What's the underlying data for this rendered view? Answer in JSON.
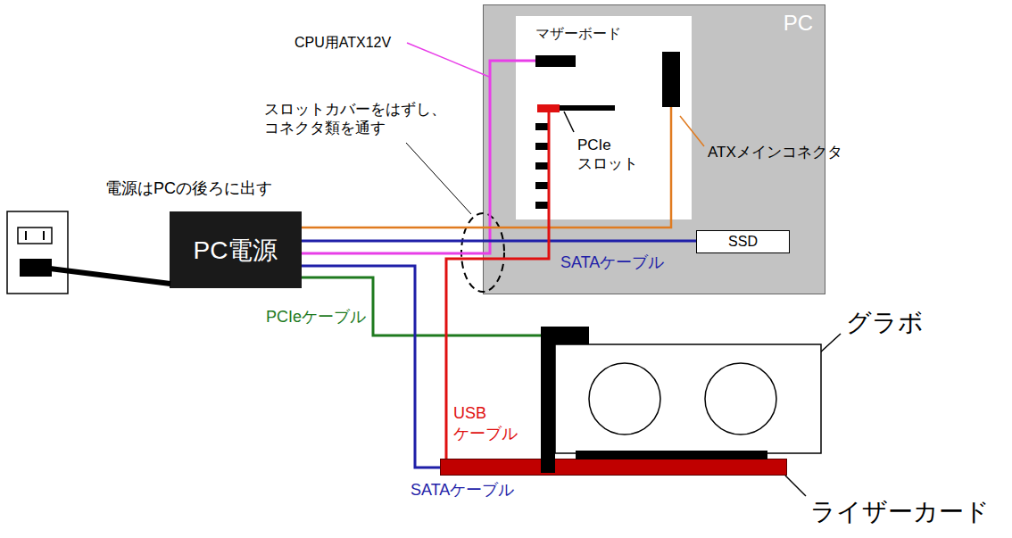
{
  "diagram": {
    "nodes": [
      {
        "text": [
          "PC電源"
        ]
      },
      {
        "text": [
          "PC"
        ]
      },
      {
        "text": [
          "マザーボード"
        ],
        "in": 1
      },
      {
        "text": [
          "SSD"
        ],
        "in": 1
      },
      {
        "text": [
          "グラボ"
        ]
      },
      {
        "text": [
          "ライザーカード"
        ]
      }
    ],
    "edges": [
      {
        "from": 0,
        "to": 2,
        "arrow": "none",
        "label": "CPU用ATX12V"
      },
      {
        "from": 0,
        "to": 2,
        "arrow": "none",
        "label": "ATXメインコネクタ"
      },
      {
        "from": 0,
        "to": 3,
        "arrow": "none",
        "label": "SATAケーブル"
      },
      {
        "from": 0,
        "to": 4,
        "arrow": "none",
        "label": "PCIeケーブル"
      },
      {
        "from": 0,
        "to": 5,
        "arrow": "none",
        "label": "SATAケーブル"
      },
      {
        "from": 5,
        "to": 2,
        "arrow": "none",
        "label": "USB ケーブル"
      }
    ],
    "labels": [
      "スロットカバーをはずし、 コネクタ類を通す",
      "電源はPCの後ろに出す",
      "PCIe スロット"
    ]
  }
}
